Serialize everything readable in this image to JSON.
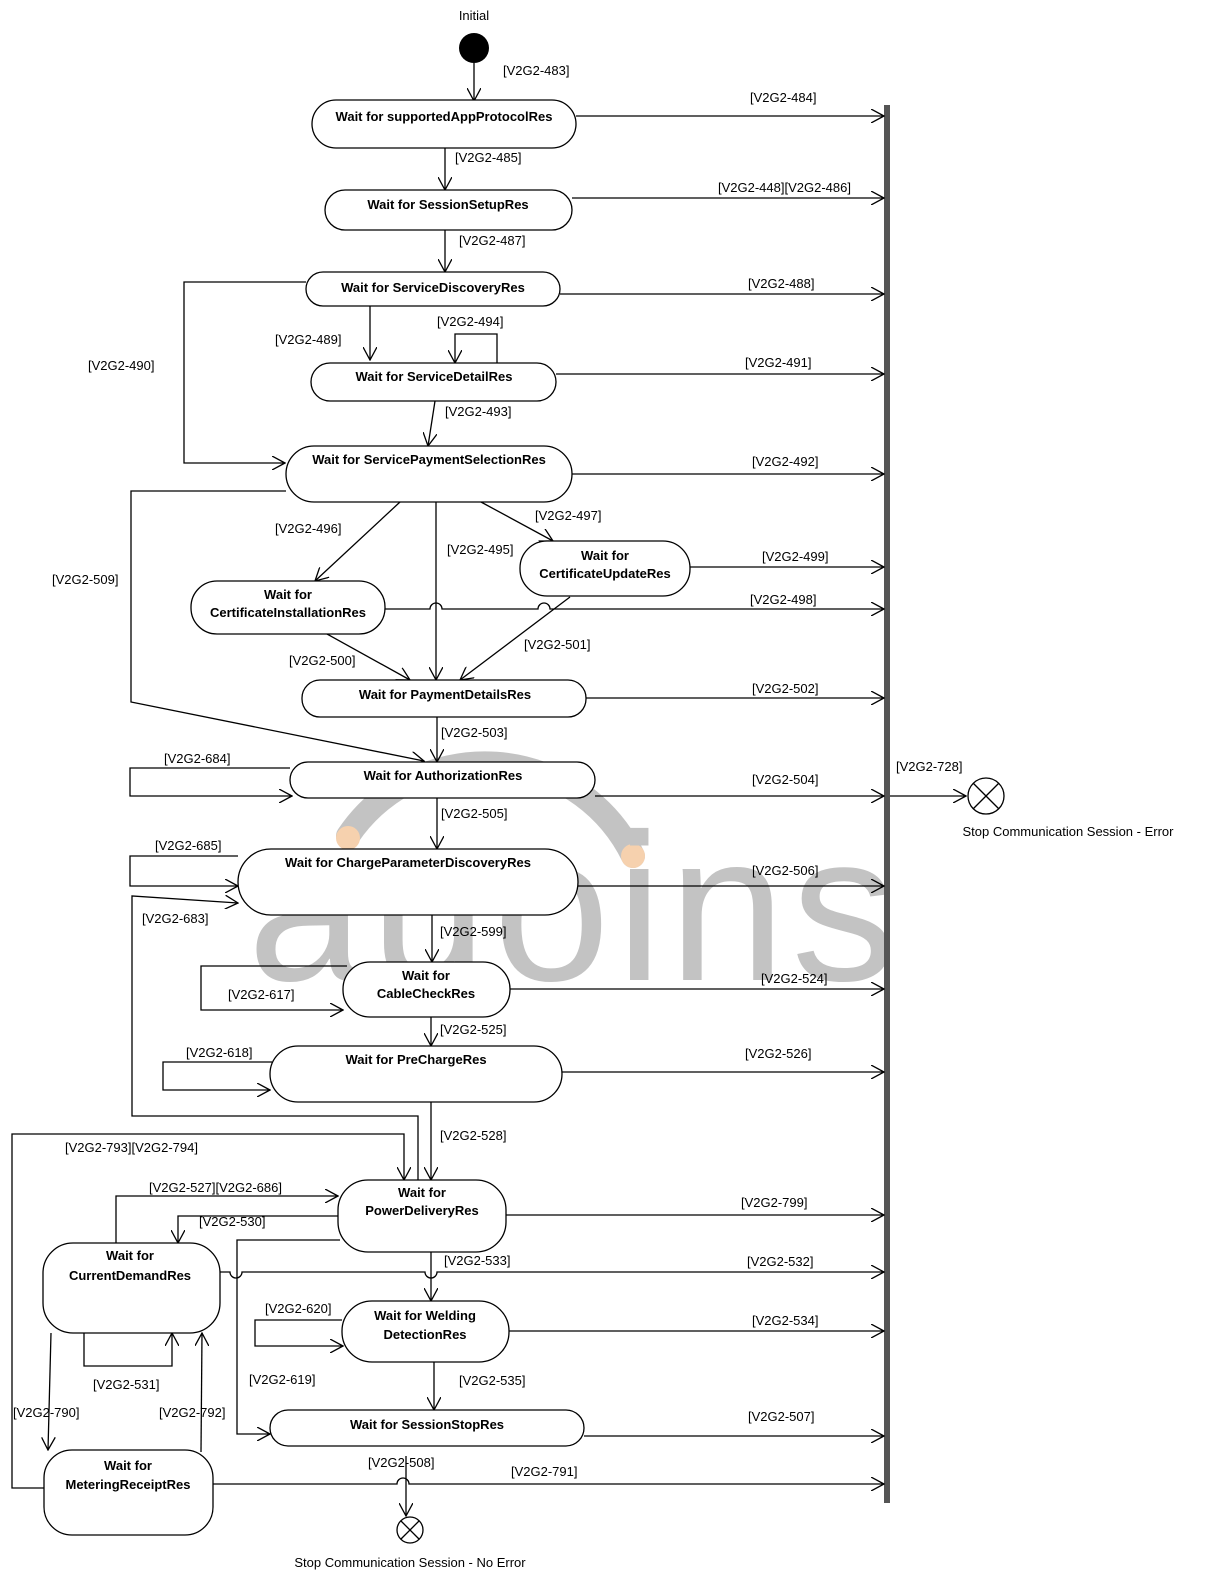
{
  "initial_label": "Initial",
  "terminal_error_label": "Stop Communication Session - Error",
  "terminal_noerror_label": "Stop Communication Session - No Error",
  "watermark_text": "auoins",
  "colors": {
    "line": "#000000",
    "watermark": "#b9b9b9",
    "watermark_accent": "#f5c9a0",
    "bar": "#555555"
  },
  "states": {
    "supported_app_protocol": [
      "Wait for supportedAppProtocolRes"
    ],
    "session_setup": [
      "Wait for SessionSetupRes"
    ],
    "service_discovery": [
      "Wait for ServiceDiscoveryRes"
    ],
    "service_detail": [
      "Wait for ServiceDetailRes"
    ],
    "service_payment_selection": [
      "Wait for ServicePaymentSelectionRes"
    ],
    "certificate_update": [
      "Wait for",
      "CertificateUpdateRes"
    ],
    "certificate_installation": [
      "Wait for",
      "CertificateInstallationRes"
    ],
    "payment_details": [
      "Wait for PaymentDetailsRes"
    ],
    "authorization": [
      "Wait for AuthorizationRes"
    ],
    "charge_parameter_discovery": [
      "Wait for ChargeParameterDiscoveryRes"
    ],
    "cable_check": [
      "Wait for",
      "CableCheckRes"
    ],
    "pre_charge": [
      "Wait for PreChargeRes"
    ],
    "power_delivery": [
      "Wait for",
      "PowerDeliveryRes"
    ],
    "current_demand": [
      "Wait for",
      "CurrentDemandRes"
    ],
    "welding_detection": [
      "Wait for Welding",
      "DetectionRes"
    ],
    "session_stop": [
      "Wait for SessionStopRes"
    ],
    "metering_receipt": [
      "Wait for",
      "MeteringReceiptRes"
    ]
  },
  "guards": {
    "g483": "[V2G2-483]",
    "g484": "[V2G2-484]",
    "g485": "[V2G2-485]",
    "g448_486": "[V2G2-448][V2G2-486]",
    "g487": "[V2G2-487]",
    "g488": "[V2G2-488]",
    "g494": "[V2G2-494]",
    "g489": "[V2G2-489]",
    "g490": "[V2G2-490]",
    "g491": "[V2G2-491]",
    "g493": "[V2G2-493]",
    "g492": "[V2G2-492]",
    "g497": "[V2G2-497]",
    "g496": "[V2G2-496]",
    "g495": "[V2G2-495]",
    "g499": "[V2G2-499]",
    "g509": "[V2G2-509]",
    "g498": "[V2G2-498]",
    "g501": "[V2G2-501]",
    "g500": "[V2G2-500]",
    "g502": "[V2G2-502]",
    "g503": "[V2G2-503]",
    "g684": "[V2G2-684]",
    "g728": "[V2G2-728]",
    "g504": "[V2G2-504]",
    "g505": "[V2G2-505]",
    "g685": "[V2G2-685]",
    "g506": "[V2G2-506]",
    "g683": "[V2G2-683]",
    "g599": "[V2G2-599]",
    "g524": "[V2G2-524]",
    "g617": "[V2G2-617]",
    "g525": "[V2G2-525]",
    "g618": "[V2G2-618]",
    "g526": "[V2G2-526]",
    "g528": "[V2G2-528]",
    "g793_794": "[V2G2-793][V2G2-794]",
    "g527_686": "[V2G2-527][V2G2-686]",
    "g799": "[V2G2-799]",
    "g530": "[V2G2-530]",
    "g533": "[V2G2-533]",
    "g532": "[V2G2-532]",
    "g620": "[V2G2-620]",
    "g534": "[V2G2-534]",
    "g531": "[V2G2-531]",
    "g619": "[V2G2-619]",
    "g535": "[V2G2-535]",
    "g790": "[V2G2-790]",
    "g792": "[V2G2-792]",
    "g507": "[V2G2-507]",
    "g508": "[V2G2-508]",
    "g791": "[V2G2-791]"
  }
}
